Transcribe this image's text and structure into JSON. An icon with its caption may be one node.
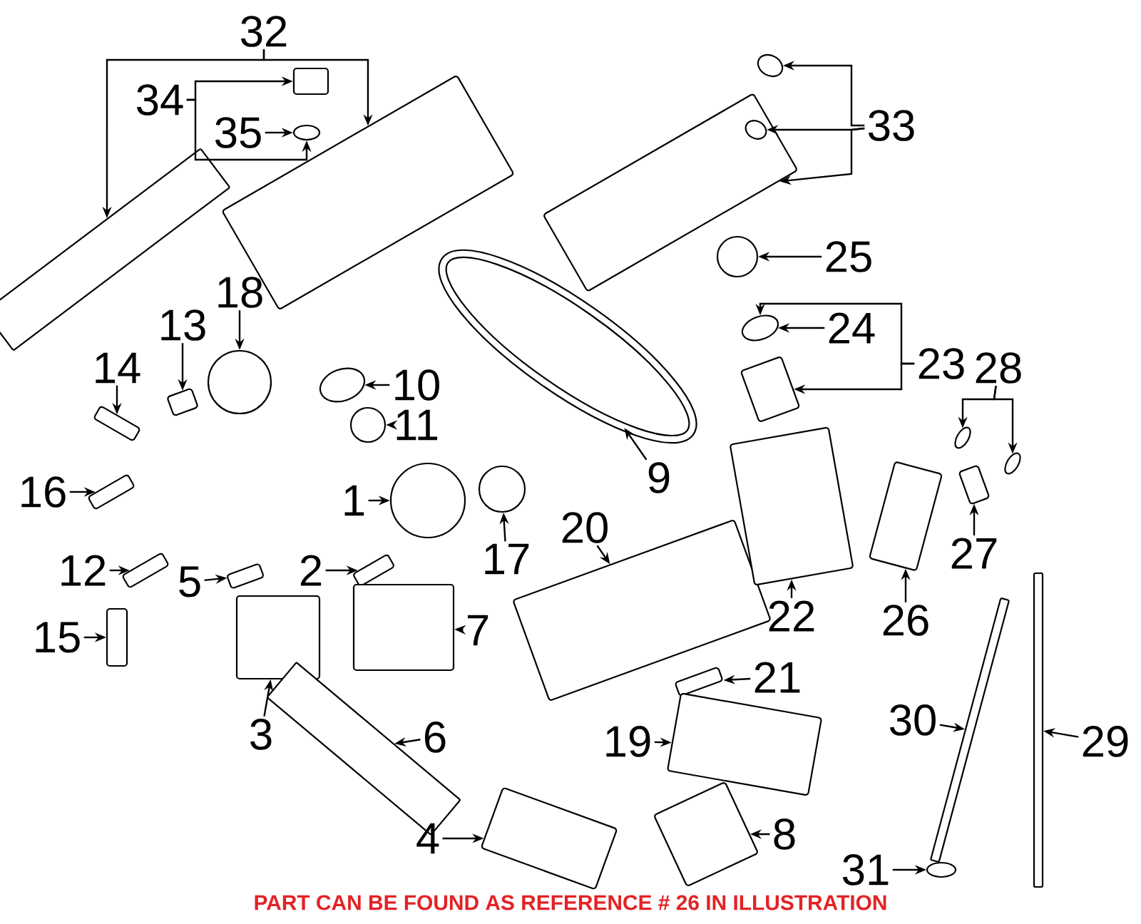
{
  "diagram": {
    "nodes": [
      {
        "text": [
          "32"
        ]
      },
      {
        "text": [],
        "shape": "bar"
      },
      {
        "text": [],
        "shape": "box"
      },
      {
        "text": [
          "34"
        ]
      },
      {
        "text": [],
        "shape": "box"
      },
      {
        "text": [
          "35"
        ]
      },
      {
        "text": [],
        "shape": "ellipse"
      },
      {
        "text": [
          "33"
        ]
      },
      {
        "text": [],
        "shape": "ellipse"
      },
      {
        "text": [],
        "shape": "box"
      },
      {
        "text": [],
        "shape": "ellipse",
        "in": 9
      },
      {
        "text": [
          "25"
        ]
      },
      {
        "text": [],
        "shape": "circle"
      },
      {
        "text": [
          "18"
        ]
      },
      {
        "text": [],
        "shape": "circle"
      },
      {
        "text": [
          "13"
        ]
      },
      {
        "text": [],
        "shape": "box"
      },
      {
        "text": [
          "14"
        ]
      },
      {
        "text": [],
        "shape": "box"
      },
      {
        "text": [
          "10"
        ]
      },
      {
        "text": [],
        "shape": "ellipse"
      },
      {
        "text": [
          "11"
        ]
      },
      {
        "text": [],
        "shape": "circle"
      },
      {
        "text": [
          "24"
        ]
      },
      {
        "text": [],
        "shape": "ellipse"
      },
      {
        "text": [
          "23"
        ]
      },
      {
        "text": [],
        "shape": "box"
      },
      {
        "text": [
          "28"
        ]
      },
      {
        "text": [],
        "shape": "ellipse"
      },
      {
        "text": [],
        "shape": "ellipse"
      },
      {
        "text": [
          "9"
        ]
      },
      {
        "text": [],
        "shape": "belt"
      },
      {
        "text": [
          "16"
        ]
      },
      {
        "text": [],
        "shape": "box"
      },
      {
        "text": [
          "1"
        ]
      },
      {
        "text": [],
        "shape": "circle"
      },
      {
        "text": [
          "17"
        ]
      },
      {
        "text": [],
        "shape": "circle"
      },
      {
        "text": [
          "12"
        ]
      },
      {
        "text": [],
        "shape": "box"
      },
      {
        "text": [
          "5"
        ]
      },
      {
        "text": [],
        "shape": "box"
      },
      {
        "text": [
          "2"
        ]
      },
      {
        "text": [],
        "shape": "box"
      },
      {
        "text": [
          "20"
        ]
      },
      {
        "text": [],
        "shape": "box"
      },
      {
        "text": [
          "22"
        ]
      },
      {
        "text": [],
        "shape": "box"
      },
      {
        "text": [
          "26"
        ]
      },
      {
        "text": [],
        "shape": "box"
      },
      {
        "text": [
          "27"
        ]
      },
      {
        "text": [],
        "shape": "box"
      },
      {
        "text": [
          "15"
        ]
      },
      {
        "text": [],
        "shape": "box"
      },
      {
        "text": [
          "7"
        ]
      },
      {
        "text": [],
        "shape": "box"
      },
      {
        "text": [
          "3"
        ]
      },
      {
        "text": [],
        "shape": "box"
      },
      {
        "text": [
          "21"
        ]
      },
      {
        "text": [],
        "shape": "box"
      },
      {
        "text": [
          "19"
        ]
      },
      {
        "text": [],
        "shape": "box"
      },
      {
        "text": [
          "6"
        ]
      },
      {
        "text": [],
        "shape": "bar"
      },
      {
        "text": [
          "30"
        ]
      },
      {
        "text": [],
        "shape": "bar"
      },
      {
        "text": [
          "29"
        ]
      },
      {
        "text": [],
        "shape": "bar"
      },
      {
        "text": [
          "4"
        ]
      },
      {
        "text": [],
        "shape": "box"
      },
      {
        "text": [
          "31"
        ]
      },
      {
        "text": [],
        "shape": "ellipse"
      },
      {
        "text": [
          "8"
        ]
      },
      {
        "text": [],
        "shape": "box"
      }
    ],
    "edges": [
      {
        "from": 0,
        "to": 1,
        "arrow": "to"
      },
      {
        "from": 0,
        "to": 2,
        "arrow": "to"
      },
      {
        "from": 3,
        "to": 4,
        "arrow": "to"
      },
      {
        "from": 3,
        "to": 6,
        "arrow": "to"
      },
      {
        "from": 5,
        "to": 6,
        "arrow": "to"
      },
      {
        "from": 7,
        "to": 8,
        "arrow": "to"
      },
      {
        "from": 7,
        "to": 10,
        "arrow": "to"
      },
      {
        "from": 7,
        "to": 9,
        "arrow": "to"
      },
      {
        "from": 11,
        "to": 12,
        "arrow": "to"
      },
      {
        "from": 13,
        "to": 14,
        "arrow": "to"
      },
      {
        "from": 15,
        "to": 16,
        "arrow": "to"
      },
      {
        "from": 17,
        "to": 18,
        "arrow": "to"
      },
      {
        "from": 19,
        "to": 20,
        "arrow": "to"
      },
      {
        "from": 21,
        "to": 22,
        "arrow": "to"
      },
      {
        "from": 23,
        "to": 24,
        "arrow": "to"
      },
      {
        "from": 25,
        "to": 24,
        "arrow": "to"
      },
      {
        "from": 25,
        "to": 26,
        "arrow": "to"
      },
      {
        "from": 27,
        "to": 28,
        "arrow": "to"
      },
      {
        "from": 27,
        "to": 29,
        "arrow": "to"
      },
      {
        "from": 30,
        "to": 31,
        "arrow": "to"
      },
      {
        "from": 32,
        "to": 33,
        "arrow": "to"
      },
      {
        "from": 34,
        "to": 35,
        "arrow": "to"
      },
      {
        "from": 36,
        "to": 37,
        "arrow": "to"
      },
      {
        "from": 38,
        "to": 39,
        "arrow": "to"
      },
      {
        "from": 40,
        "to": 41,
        "arrow": "to"
      },
      {
        "from": 42,
        "to": 43,
        "arrow": "to"
      },
      {
        "from": 44,
        "to": 45,
        "arrow": "to"
      },
      {
        "from": 46,
        "to": 47,
        "arrow": "to"
      },
      {
        "from": 48,
        "to": 49,
        "arrow": "to"
      },
      {
        "from": 50,
        "to": 51,
        "arrow": "to"
      },
      {
        "from": 52,
        "to": 53,
        "arrow": "to"
      },
      {
        "from": 54,
        "to": 55,
        "arrow": "to"
      },
      {
        "from": 56,
        "to": 57,
        "arrow": "to"
      },
      {
        "from": 58,
        "to": 59,
        "arrow": "to"
      },
      {
        "from": 60,
        "to": 61,
        "arrow": "to"
      },
      {
        "from": 62,
        "to": 63,
        "arrow": "to"
      },
      {
        "from": 64,
        "to": 65,
        "arrow": "to"
      },
      {
        "from": 66,
        "to": 67,
        "arrow": "to"
      },
      {
        "from": 68,
        "to": 69,
        "arrow": "to"
      },
      {
        "from": 70,
        "to": 71,
        "arrow": "to"
      },
      {
        "from": 72,
        "to": 73,
        "arrow": "to"
      }
    ],
    "labels": [
      "PART CAN BE FOUND AS REFERENCE # 26 IN ILLUSTRATION"
    ]
  }
}
